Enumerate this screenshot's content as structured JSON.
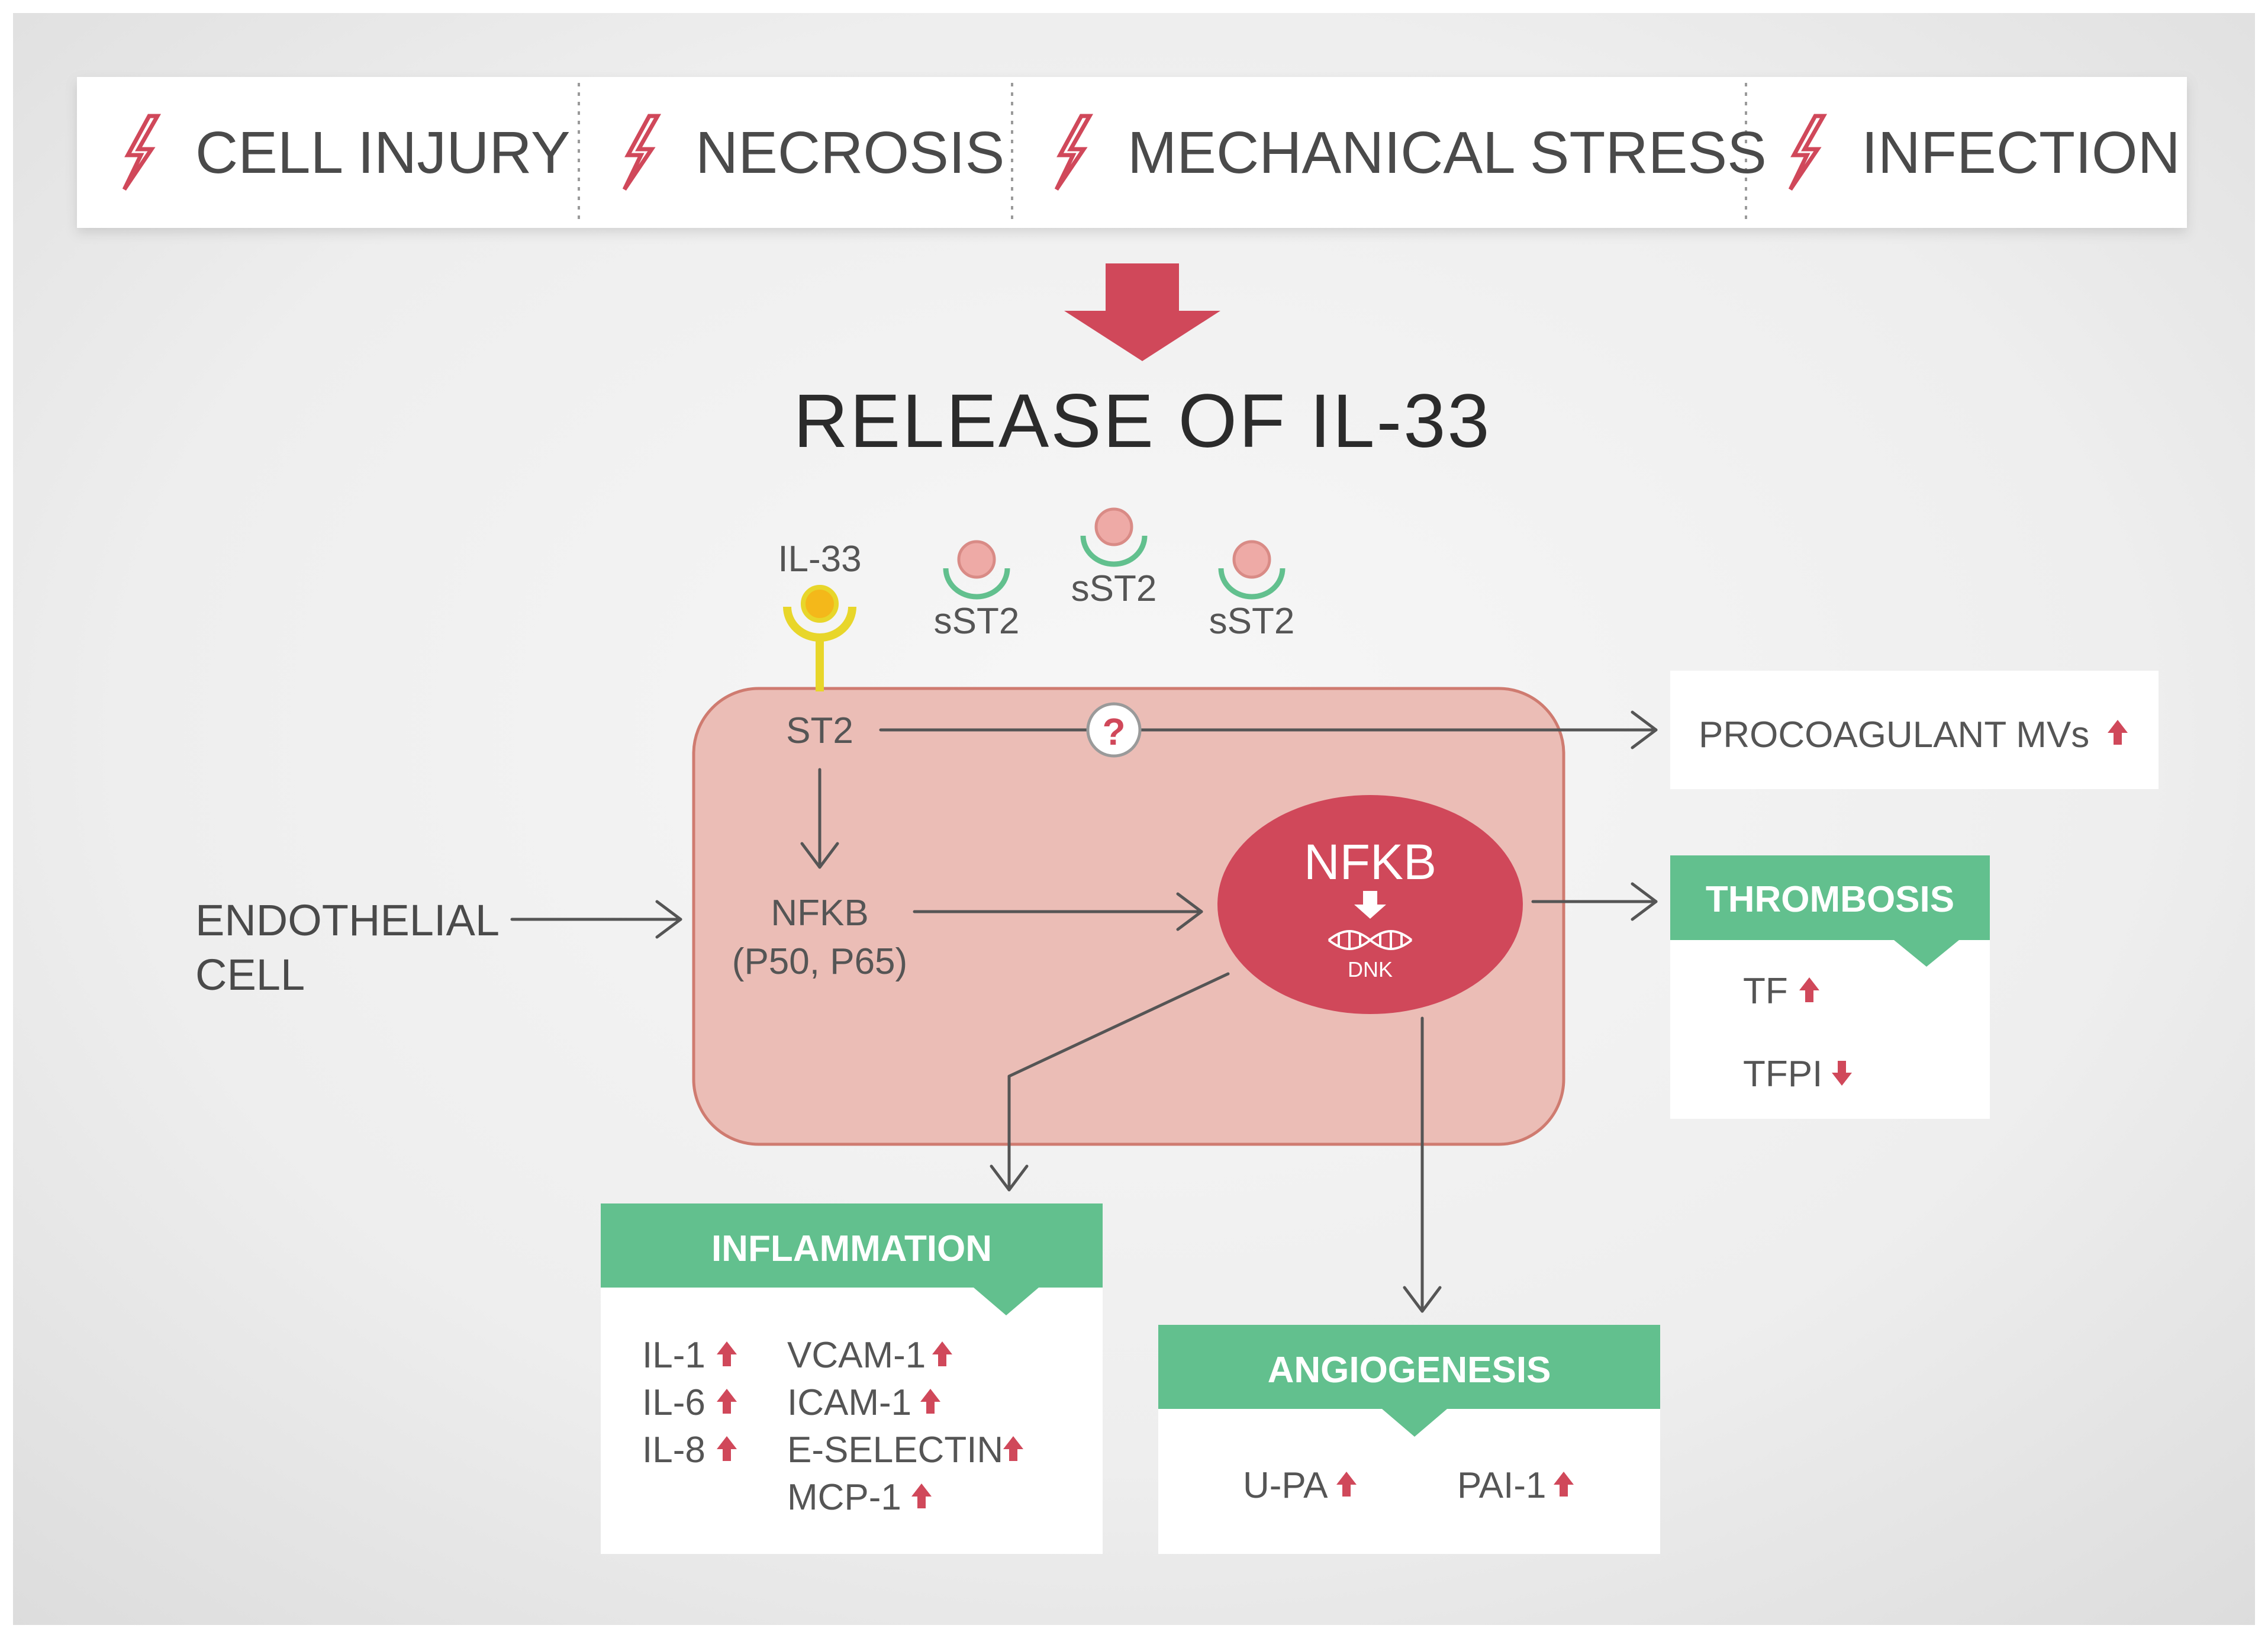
{
  "colors": {
    "accent_red": "#d0485a",
    "green": "#62c08e",
    "cell_fill": "#ebbdb6",
    "cell_stroke": "#cf7b70",
    "text_gray": "#4a4a4a",
    "receptor_yellow": "#e8d62a",
    "il33_ball": "#f4b81a",
    "sst2_ball": "#eeaaa6"
  },
  "triggers": [
    {
      "label": "CELL INJURY",
      "icon": "lightning-icon"
    },
    {
      "label": "NECROSIS",
      "icon": "lightning-icon"
    },
    {
      "label": "MECHANICAL STRESS",
      "icon": "lightning-icon"
    },
    {
      "label": "INFECTION",
      "icon": "lightning-icon"
    }
  ],
  "release_title": "RELEASE OF IL-33",
  "il33_label": "IL-33",
  "sst2_labels": [
    "sST2",
    "sST2",
    "sST2"
  ],
  "st2_label": "ST2",
  "question_mark": "?",
  "endothelial_label": [
    "ENDOTHELIAL",
    "CELL"
  ],
  "nfkb_cyto": [
    "NFKB",
    "(P50, P65)"
  ],
  "nfkb_nucleus": {
    "title": "NFKB",
    "dna": "DNK"
  },
  "procoagulant": {
    "label": "PROCOAGULANT MVs",
    "trend": "up"
  },
  "thrombosis": {
    "title": "THROMBOSIS",
    "items": [
      {
        "label": "TF",
        "trend": "up"
      },
      {
        "label": "TFPI",
        "trend": "down"
      }
    ]
  },
  "inflammation": {
    "title": "INFLAMMATION",
    "col1": [
      {
        "label": "IL-1",
        "trend": "up"
      },
      {
        "label": "IL-6",
        "trend": "up"
      },
      {
        "label": "IL-8",
        "trend": "up"
      }
    ],
    "col2": [
      {
        "label": "VCAM-1",
        "trend": "up"
      },
      {
        "label": "ICAM-1",
        "trend": "up"
      },
      {
        "label": "E-SELECTIN",
        "trend": "up"
      },
      {
        "label": "MCP-1",
        "trend": "up"
      }
    ]
  },
  "angiogenesis": {
    "title": "ANGIOGENESIS",
    "items": [
      {
        "label": "U-PA",
        "trend": "up"
      },
      {
        "label": "PAI-1",
        "trend": "up"
      }
    ]
  }
}
